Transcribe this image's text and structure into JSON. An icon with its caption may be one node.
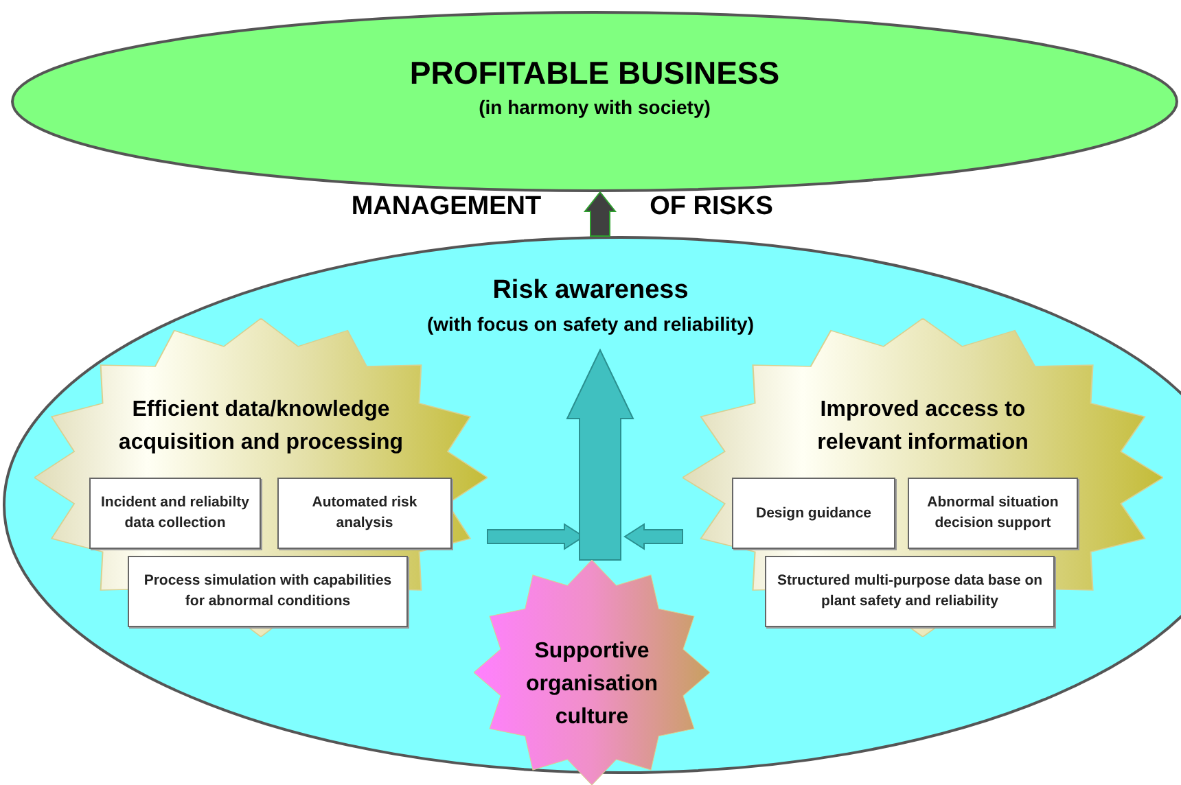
{
  "diagram": {
    "nodes": [
      {
        "text": [
          "PROFITABLE BUSINESS",
          "(in harmony with society)"
        ]
      },
      {
        "text": [
          "Risk awareness",
          "(with focus on safety and reliability)"
        ]
      },
      {
        "text": [
          "Efficient data/knowledge acquisition and processing"
        ],
        "in": 1
      },
      {
        "text": [
          "Incident and reliabilty data collection"
        ],
        "in": 2
      },
      {
        "text": [
          "Automated risk analysis"
        ],
        "in": 2
      },
      {
        "text": [
          "Process simulation with capabilities for abnormal conditions"
        ],
        "in": 2
      },
      {
        "text": [
          "Improved access to relevant information"
        ],
        "in": 1
      },
      {
        "text": [
          "Design guidance"
        ],
        "in": 6
      },
      {
        "text": [
          "Abnormal situation decision support"
        ],
        "in": 6
      },
      {
        "text": [
          "Structured multi-purpose data base on plant safety and reliability"
        ],
        "in": 6
      },
      {
        "text": [
          "Supportive organisation culture"
        ],
        "in": 1
      }
    ],
    "edges": [
      {
        "from": 1,
        "to": 0,
        "arrow": "to",
        "color": "#404040"
      },
      {
        "from": 2,
        "to": null,
        "arrow": "to"
      },
      {
        "from": 6,
        "to": null,
        "arrow": "to"
      },
      {
        "from": 10,
        "to": null,
        "arrow": "to"
      }
    ],
    "labels": [
      "MANAGEMENT",
      "OF RISKS"
    ]
  }
}
